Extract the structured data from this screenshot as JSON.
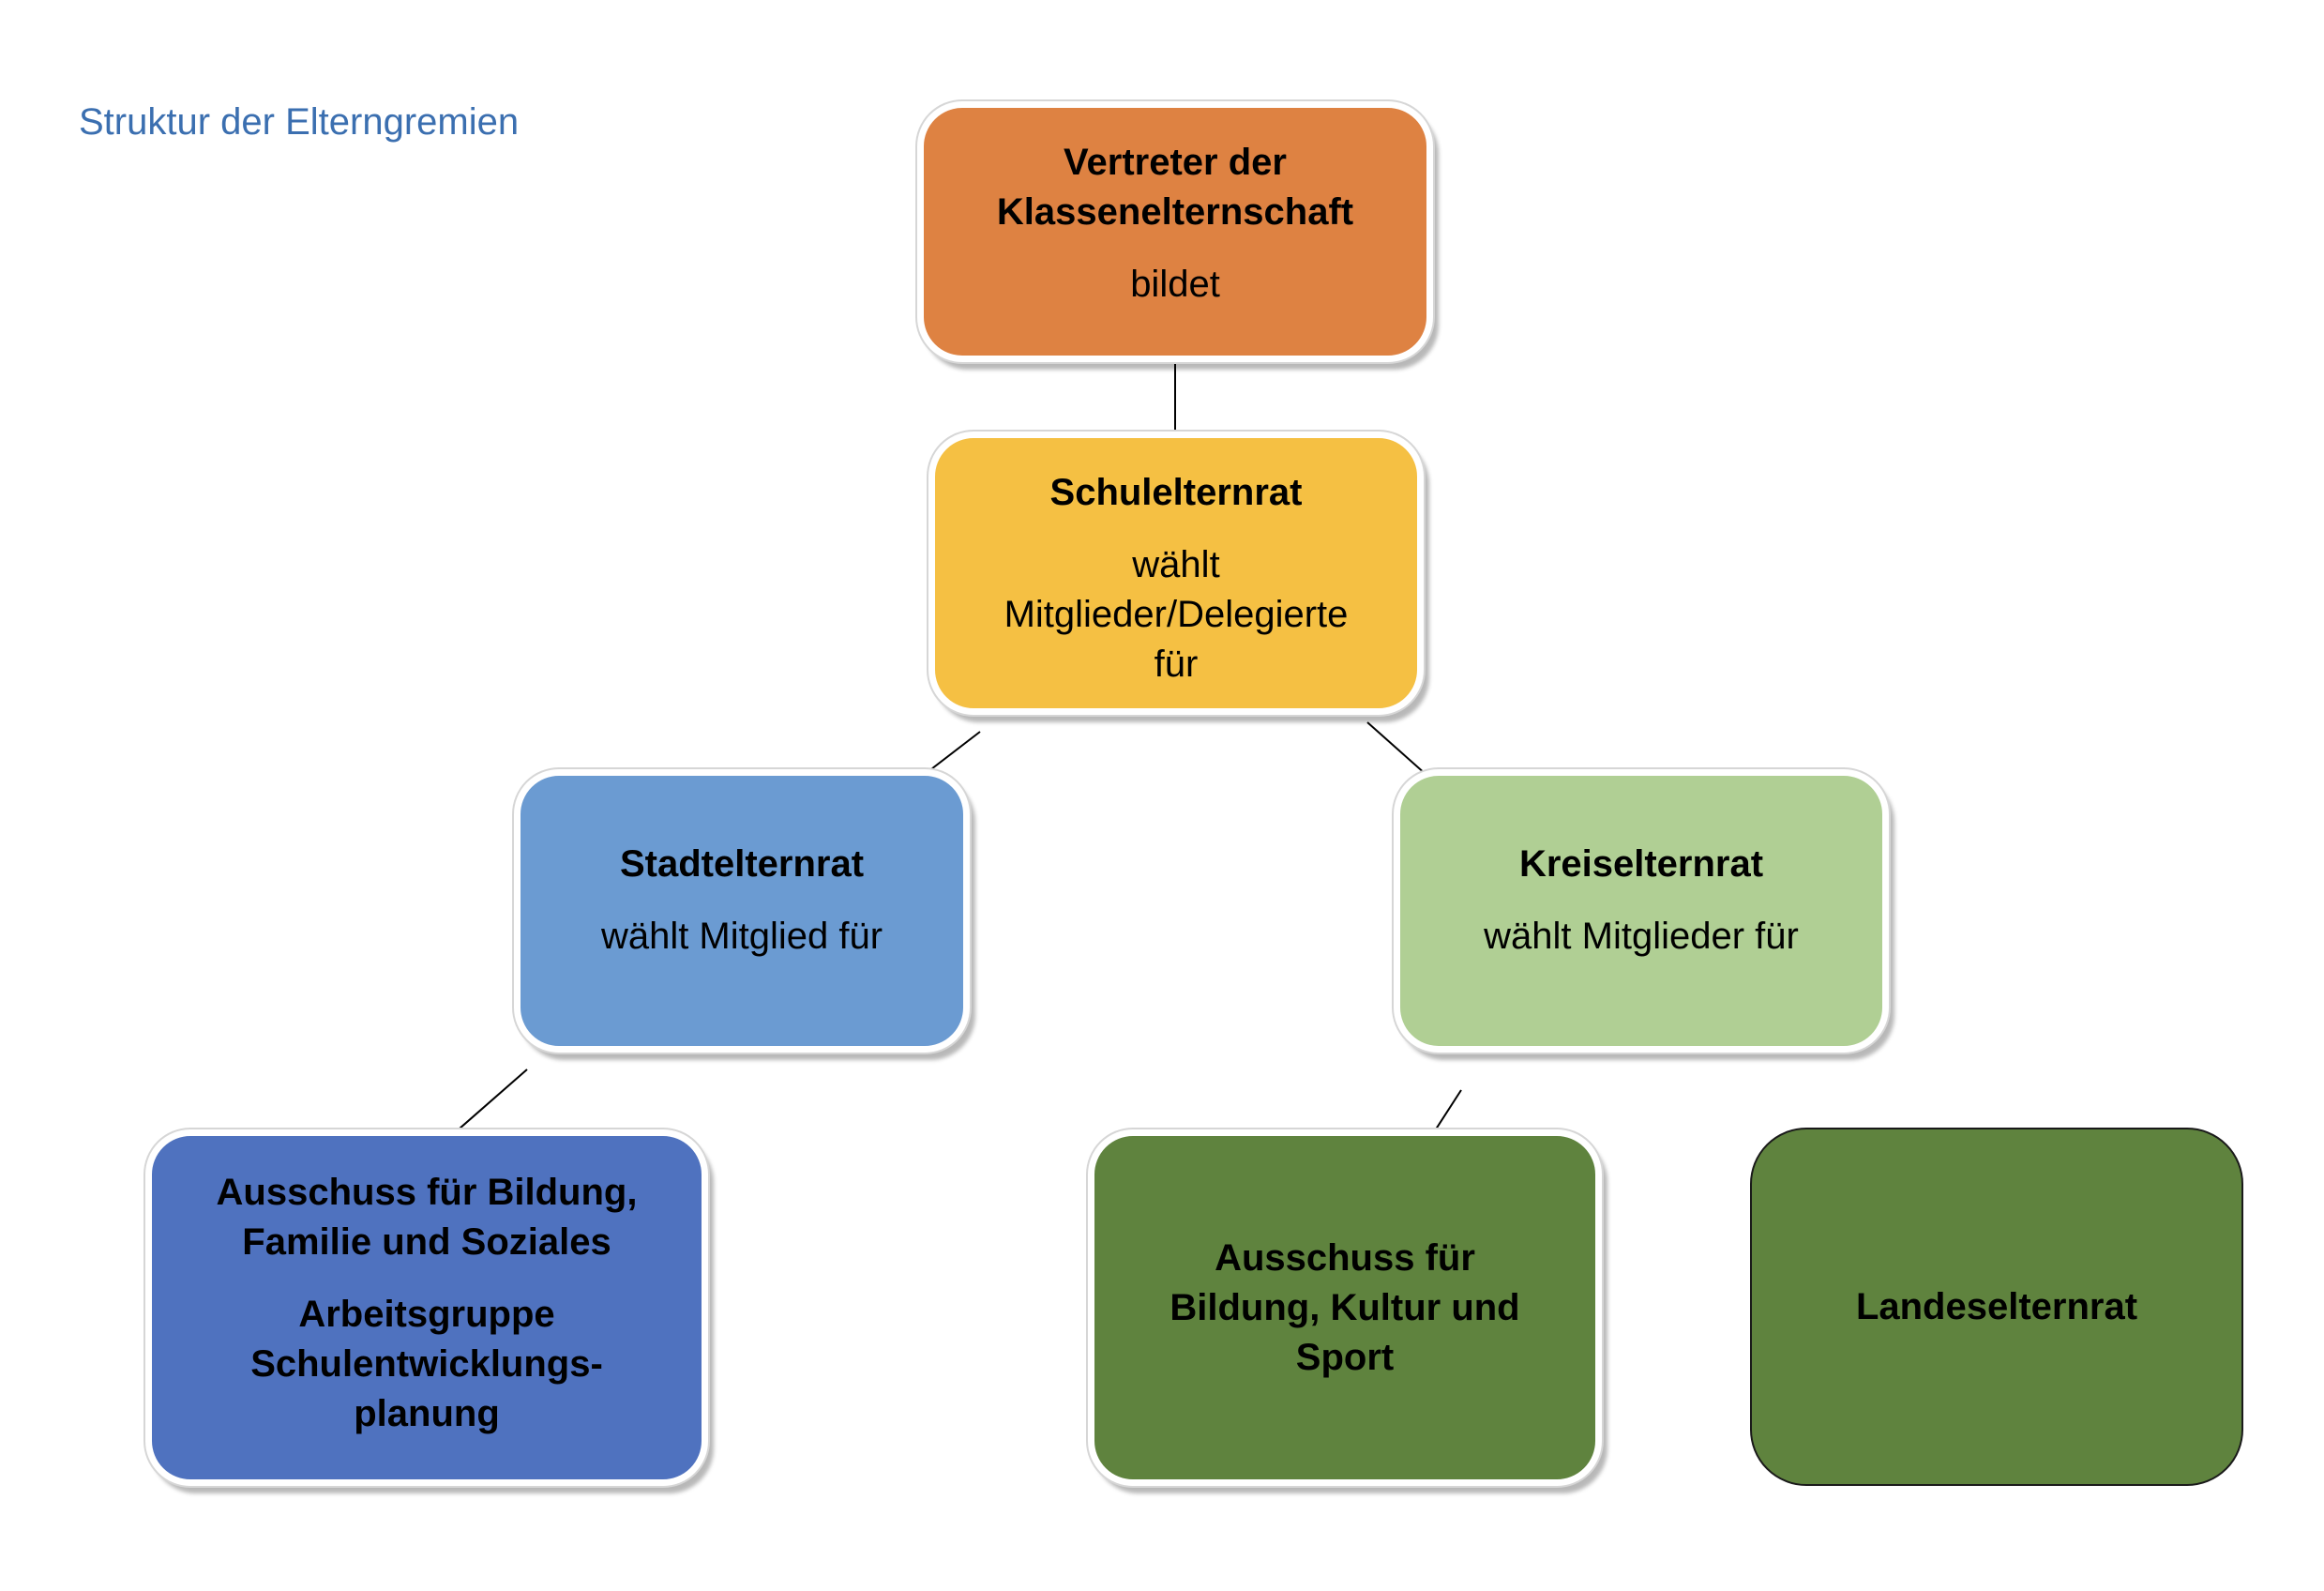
{
  "page": {
    "title": "Struktur der Elterngremien"
  },
  "colors": {
    "title": "#3b6fb0",
    "parents_representatives": "#de8242",
    "school_parents_council": "#f5c043",
    "city_parents_council": "#6b9bd2",
    "district_parents_council": "#b0cf94",
    "city_committee": "#4f72bf",
    "district_committee": "#5f833e",
    "state_parents_council": "#5f833e"
  },
  "nodes": {
    "parents_representatives": {
      "title_line1": "Vertreter der",
      "title_line2": "Klassenelternschaft",
      "sub": "bildet"
    },
    "school_parents_council": {
      "title": "Schulelternrat",
      "sub_line1": "wählt",
      "sub_line2": "Mitglieder/Delegierte",
      "sub_line3": "für"
    },
    "city_parents_council": {
      "title": "Stadtelternrat",
      "sub": "wählt Mitglied für"
    },
    "district_parents_council": {
      "title": "Kreiselternrat",
      "sub": "wählt Mitglieder für"
    },
    "city_committee": {
      "line1": "Ausschuss für Bildung,",
      "line2": "Familie und Soziales",
      "line3": "Arbeitsgruppe",
      "line4": "Schulentwicklungs-",
      "line5": "planung"
    },
    "district_committee": {
      "line1": "Ausschuss für",
      "line2": "Bildung, Kultur und",
      "line3": "Sport"
    },
    "state_parents_council": {
      "title": "Landeselternrat"
    }
  }
}
